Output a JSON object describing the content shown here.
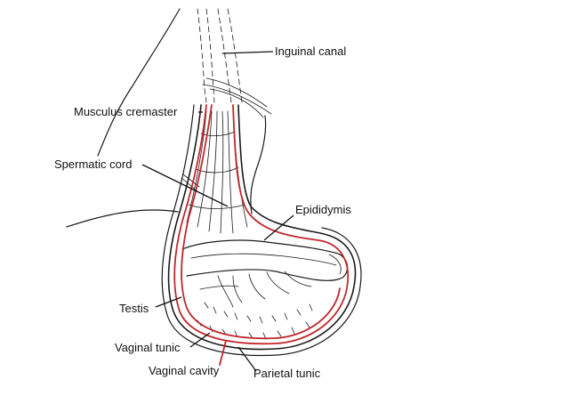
{
  "labels": {
    "inguinal_canal": "Inguinal canal",
    "musculus_cremaster": "Musculus cremaster",
    "spermatic_cord": "Spermatic cord",
    "epididymis": "Epididymis",
    "testis": "Testis",
    "vaginal_tunic": "Vaginal tunic",
    "vaginal_cavity": "Vaginal cavity",
    "parietal_tunic": "Parietal tunic"
  },
  "colors": {
    "ink": "#1a1a1a",
    "tunic_line": "#c0282d",
    "background": "#ffffff"
  }
}
